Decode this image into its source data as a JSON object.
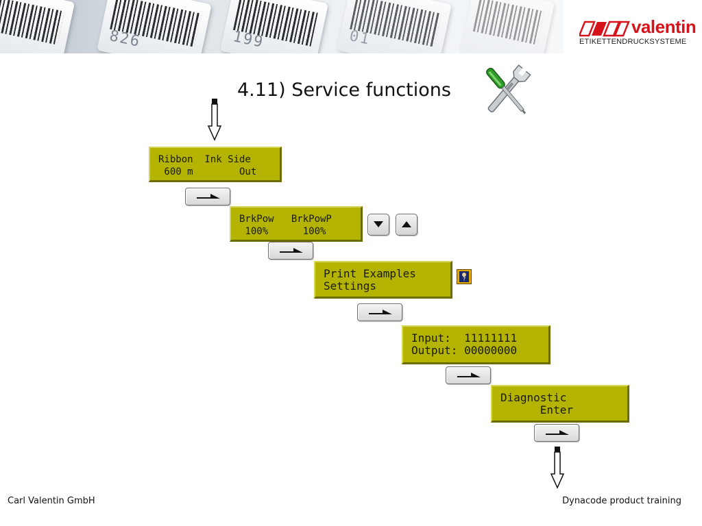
{
  "header": {
    "banner_numbers": [
      "826",
      "199",
      "01"
    ],
    "logo": {
      "wordmark": "valentin",
      "tagline": "ETIKETTENDRUCKSYSTEME",
      "brand_color": "#d6131a"
    }
  },
  "slide": {
    "title": "4.11) Service functions",
    "title_icon": "screwdriver-wrench-icon"
  },
  "screens": [
    {
      "line1": "Ribbon  Ink Side",
      "line2": " 600 m        Out"
    },
    {
      "line1": "BrkPow   BrkPowP",
      "line2": " 100%      100%"
    },
    {
      "line1": "Print Examples",
      "line2": "Settings"
    },
    {
      "line1": "Input:  11111111",
      "line2": "Output: 00000000"
    },
    {
      "line1": "Diagnostic",
      "line2": "      Enter"
    }
  ],
  "keys": {
    "next": "next-arrow-icon",
    "down": "triangle-down-icon",
    "up": "triangle-up-icon",
    "help": "help-icon"
  },
  "colors": {
    "lcd_background": "#b4b400",
    "lcd_text": "#1a1a00"
  },
  "footer": {
    "left": "Carl Valentin GmbH",
    "right": "Dynacode product training"
  }
}
